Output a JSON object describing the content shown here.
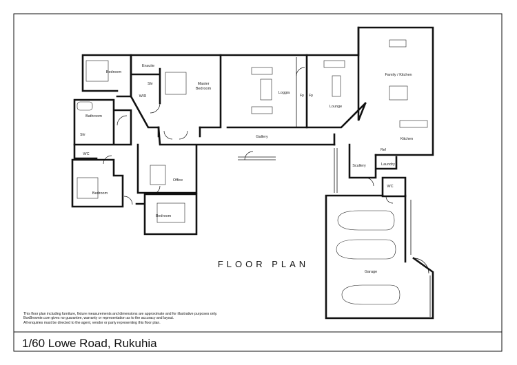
{
  "title": "FLOOR PLAN",
  "address": "1/60 Lowe Road, Rukuhia",
  "disclaimer": [
    "This floor plan including furniture, fixture measurements and dimensions are approximate and for illustrative purposes only.",
    "BoxBrownie.com gives no guarantee, warranty or representation as to the accuracy and layout.",
    "All enquiries must be directed to the agent, vendor or party representing this floor plan."
  ],
  "rooms": {
    "bedroom_1": "Bedroom",
    "ensuite": "Ensuite",
    "shower_ensuite": "Shr",
    "wir": "WIR",
    "master_bedroom_line1": "Master",
    "master_bedroom_line2": "Bedroom",
    "loggia": "Loggia",
    "fireplace_1": "Fp",
    "fireplace_2": "Fp",
    "lounge": "Lounge",
    "family_kitchen": "Family / Kitchen",
    "kitchen": "Kitchen",
    "bathroom": "Bathroom",
    "shower_bathroom": "Shr",
    "wc_1": "WC",
    "gallery": "Gallery",
    "office": "Office",
    "bedroom_2": "Bedroom",
    "bedroom_3": "Bedroom",
    "ref": "Ref",
    "scullery": "Scullery",
    "laundry": "Laundry",
    "wc_2": "WC",
    "garage": "Garage"
  }
}
